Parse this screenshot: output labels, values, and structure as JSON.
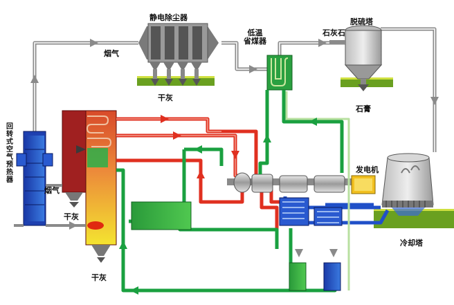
{
  "labels": {
    "esp": "静电除尘器",
    "flue_gas_top": "烟气",
    "dry_ash_esp": "干灰",
    "economizer": "低温\n省煤器",
    "desulfurization": "脱硫塔",
    "limestone": "石灰石",
    "gypsum": "石膏",
    "air_preheater": "回转式空气预热器",
    "flue_gas_boiler": "烟气",
    "dry_ash_boiler_side": "干灰",
    "dry_ash_bottom": "干灰",
    "generator": "发电机",
    "cooling_tower": "冷却塔"
  },
  "colors": {
    "flue_gas_duct": "#8a8a8a",
    "steam_red": "#e03020",
    "feedwater_green": "#1aa040",
    "cooling_blue": "#2050c8",
    "boiler_wall": "#a02020",
    "boiler_gradient_top": "#e8703a",
    "boiler_gradient_bottom": "#f4e020",
    "ground": "#6aa020",
    "generator": "#f2c020"
  }
}
